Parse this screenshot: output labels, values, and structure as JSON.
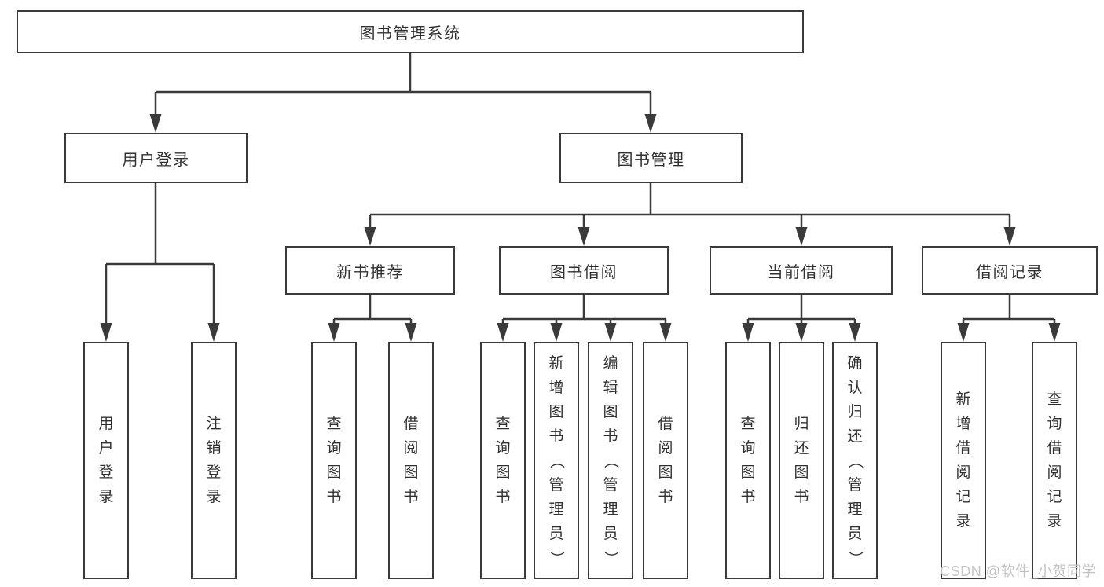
{
  "diagram": {
    "title": "图书管理系统",
    "tree": {
      "label": "图书管理系统",
      "children": [
        {
          "label": "用户登录",
          "children": [
            {
              "label": "用户登录"
            },
            {
              "label": "注销登录"
            }
          ]
        },
        {
          "label": "图书管理",
          "children": [
            {
              "label": "新书推荐",
              "children": [
                {
                  "label": "查询图书"
                },
                {
                  "label": "借阅图书"
                }
              ]
            },
            {
              "label": "图书借阅",
              "children": [
                {
                  "label": "查询图书"
                },
                {
                  "label": "新增图书（管理员）"
                },
                {
                  "label": "编辑图书（管理员）"
                },
                {
                  "label": "借阅图书"
                }
              ]
            },
            {
              "label": "当前借阅",
              "children": [
                {
                  "label": "查询图书"
                },
                {
                  "label": "归还图书"
                },
                {
                  "label": "确认归还（管理员）"
                }
              ]
            },
            {
              "label": "借阅记录",
              "children": [
                {
                  "label": "新增借阅记录"
                },
                {
                  "label": "查询借阅记录"
                }
              ]
            }
          ]
        }
      ]
    },
    "watermark": "CSDN @软件_小贺同学",
    "colors": {
      "line": "#3a3a3a",
      "text": "#303030",
      "background": "#ffffff",
      "watermark": "#c3c3c3"
    }
  }
}
